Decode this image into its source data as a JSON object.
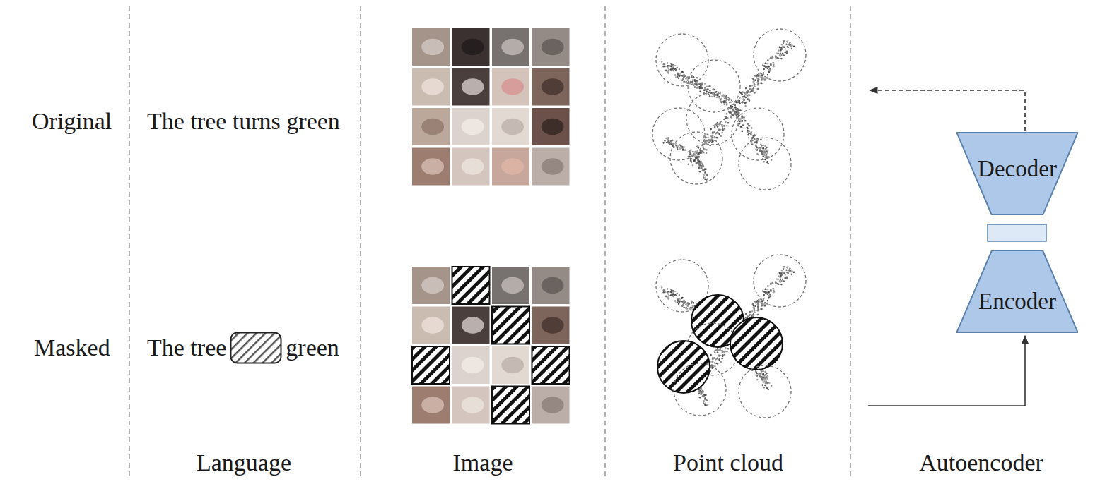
{
  "diagram": {
    "nodes": [
      {
        "text": [
          "Decoder"
        ]
      },
      {
        "text": [
          "Encoder"
        ]
      }
    ],
    "labels": [
      "Original",
      "The tree turns green",
      "Masked",
      "The tree",
      "green",
      "Language",
      "Image",
      "Point cloud",
      "Autoencoder"
    ]
  }
}
